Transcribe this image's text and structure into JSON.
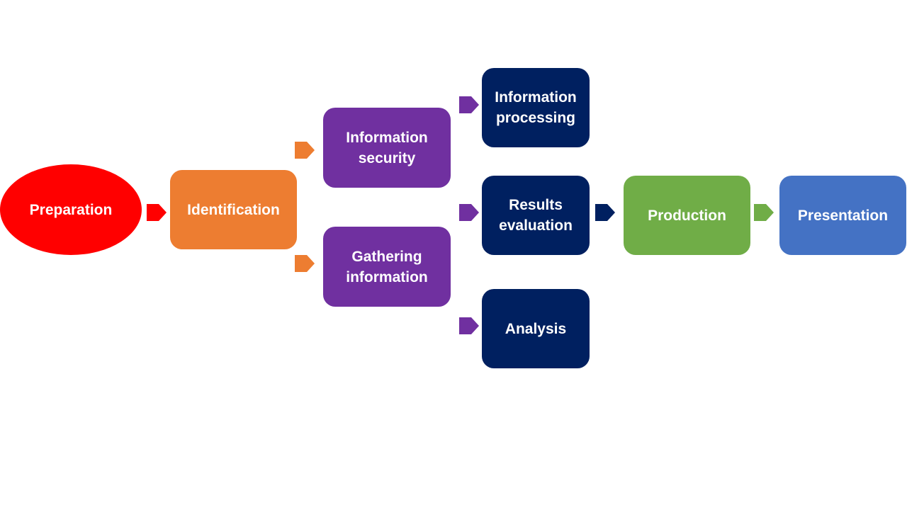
{
  "nodes": {
    "preparation": {
      "label": "Preparation",
      "color": "#ff0000"
    },
    "identification": {
      "label": "Identification",
      "color": "#ed7d31"
    },
    "infosec": {
      "line1": "Information",
      "line2": "security",
      "color": "#7030a0"
    },
    "gathering": {
      "line1": "Gathering",
      "line2": "information",
      "color": "#7030a0"
    },
    "processing": {
      "line1": "Information",
      "line2": "processing",
      "color": "#002060"
    },
    "results": {
      "line1": "Results",
      "line2": "evaluation",
      "color": "#002060"
    },
    "analysis": {
      "label": "Analysis",
      "color": "#002060"
    },
    "production": {
      "label": "Production",
      "color": "#70ad47"
    },
    "presentation": {
      "label": "Presentation",
      "color": "#4472c4"
    }
  },
  "connectors": [
    {
      "from": "preparation",
      "to": "identification",
      "color": "#ff0000"
    },
    {
      "from": "identification",
      "to": "infosec",
      "color": "#ed7d31"
    },
    {
      "from": "identification",
      "to": "gathering",
      "color": "#ed7d31"
    },
    {
      "from": "infosec",
      "to": "processing",
      "color": "#7030a0"
    },
    {
      "from": "gathering",
      "to": "results",
      "color": "#7030a0"
    },
    {
      "from": "gathering",
      "to": "analysis",
      "color": "#7030a0"
    },
    {
      "from": "results",
      "to": "production",
      "color": "#002060"
    },
    {
      "from": "production",
      "to": "presentation",
      "color": "#70ad47"
    }
  ]
}
